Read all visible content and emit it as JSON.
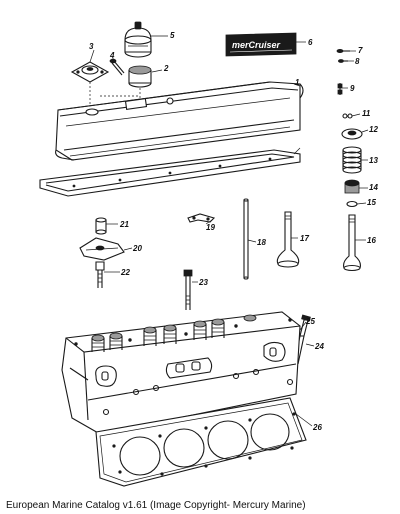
{
  "caption": "European Marine Catalog v1.61 (Image Copyright- Mercury Marine)",
  "decal_text": "merCruiser",
  "part_numbers": [
    "1",
    "2",
    "3",
    "4",
    "5",
    "6",
    "7",
    "8",
    "9",
    "11",
    "12",
    "13",
    "14",
    "15",
    "16",
    "17",
    "18",
    "19",
    "20",
    "21",
    "22",
    "23",
    "24",
    "25",
    "26"
  ]
}
